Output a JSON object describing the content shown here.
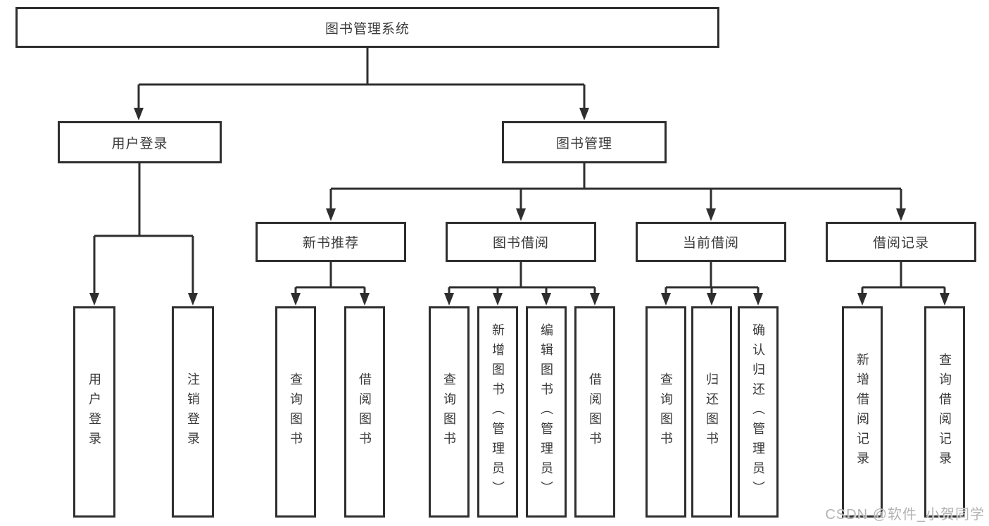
{
  "tree": {
    "root": {
      "label": "图书管理系统"
    },
    "branches": [
      {
        "label": "用户登录",
        "children": [
          {
            "label": "用户登录"
          },
          {
            "label": "注销登录"
          }
        ]
      },
      {
        "label": "图书管理",
        "children": [
          {
            "label": "新书推荐",
            "children": [
              {
                "label": "查询图书"
              },
              {
                "label": "借阅图书"
              }
            ]
          },
          {
            "label": "图书借阅",
            "children": [
              {
                "label": "查询图书"
              },
              {
                "label": "新增图书（管理员）"
              },
              {
                "label": "编辑图书（管理员）"
              },
              {
                "label": "借阅图书"
              }
            ]
          },
          {
            "label": "当前借阅",
            "children": [
              {
                "label": "查询图书"
              },
              {
                "label": "归还图书"
              },
              {
                "label": "确认归还（管理员）"
              }
            ]
          },
          {
            "label": "借阅记录",
            "children": [
              {
                "label": "新增借阅记录"
              },
              {
                "label": "查询借阅记录"
              }
            ]
          }
        ]
      }
    ]
  },
  "watermark": {
    "text": "CSDN @软件_小贺同学"
  },
  "colors": {
    "line": "#2e2e2e",
    "text": "#3a3a3a",
    "watermark": "#b3b3b3",
    "background": "#ffffff"
  }
}
